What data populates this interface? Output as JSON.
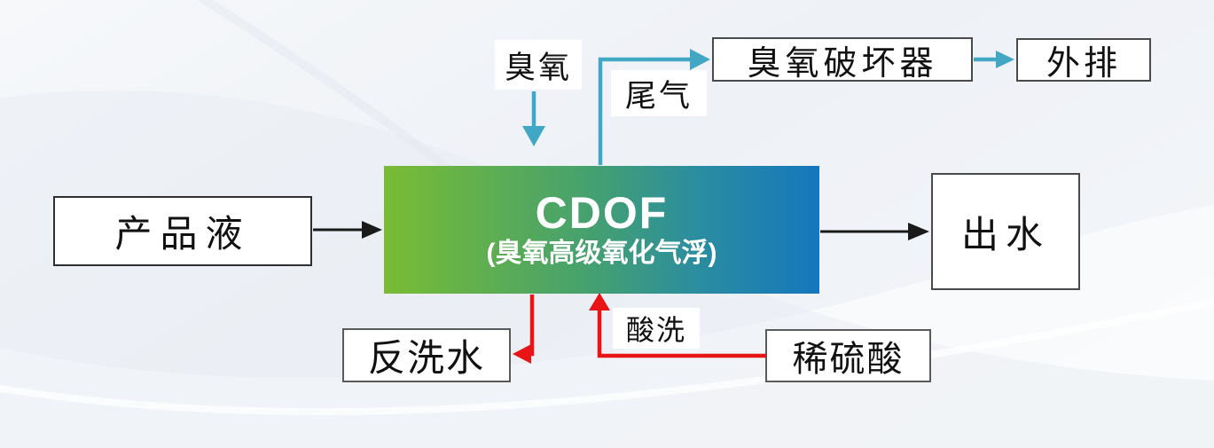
{
  "diagram": {
    "title_hint": "CDOF process flow",
    "nodes": {
      "product_liquid": {
        "label": "产品液"
      },
      "cdof": {
        "title": "CDOF",
        "subtitle": "(臭氧高级氧化气浮)",
        "gradient_start": "#79BC33",
        "gradient_mid": "#44A070",
        "gradient_end": "#1577BD"
      },
      "effluent": {
        "label": "出水"
      },
      "ozone_destructor": {
        "label": "臭氧破坏器"
      },
      "discharge": {
        "label": "外排"
      },
      "backwash_water": {
        "label": "反洗水"
      },
      "dilute_sulfuric_acid": {
        "label": "稀硫酸"
      }
    },
    "flow_labels": {
      "ozone": "臭氧",
      "tail_gas": "尾气",
      "acid_wash": "酸洗"
    },
    "colors": {
      "black": "#1A1A1A",
      "teal": "#41A7C4",
      "red": "#E81416"
    },
    "edges": [
      {
        "from": "产品液",
        "to": "CDOF",
        "color": "black"
      },
      {
        "from": "臭氧",
        "to": "CDOF",
        "color": "teal"
      },
      {
        "from": "CDOF",
        "to": "臭氧破坏器",
        "label": "尾气",
        "color": "teal"
      },
      {
        "from": "臭氧破坏器",
        "to": "外排",
        "color": "teal"
      },
      {
        "from": "CDOF",
        "to": "出水",
        "color": "black"
      },
      {
        "from": "CDOF",
        "to": "反洗水",
        "color": "red"
      },
      {
        "from": "稀硫酸",
        "to": "CDOF",
        "label": "酸洗",
        "color": "red"
      }
    ]
  }
}
